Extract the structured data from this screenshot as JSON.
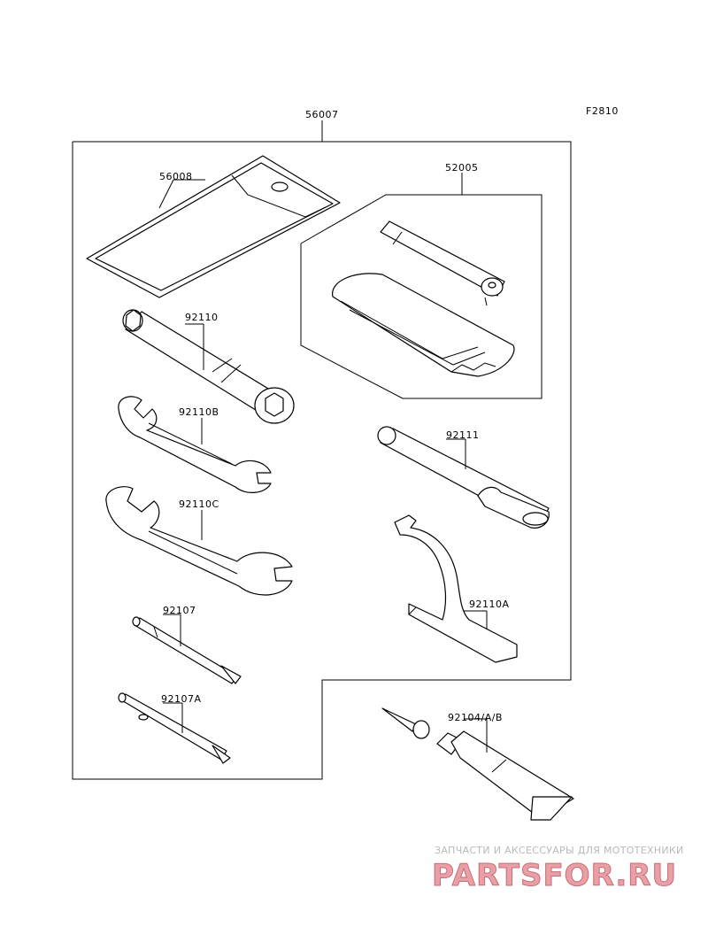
{
  "figure_code": "F2810",
  "labels": {
    "kit": "56007",
    "bag": "56008",
    "repair_kit": "52005",
    "box_wrench": "92110",
    "wrench_b": "92110B",
    "wrench_c": "92110C",
    "handle": "92111",
    "hook_wrench": "92110A",
    "screwdriver": "92107",
    "screwdriver_a": "92107A",
    "tube": "92104/A/B"
  },
  "watermark": {
    "tagline": "ЗАПЧАСТИ И АКСЕССУАРЫ ДЛЯ МОТОТЕХНИКИ",
    "brand": "PARTSFOR.RU"
  }
}
